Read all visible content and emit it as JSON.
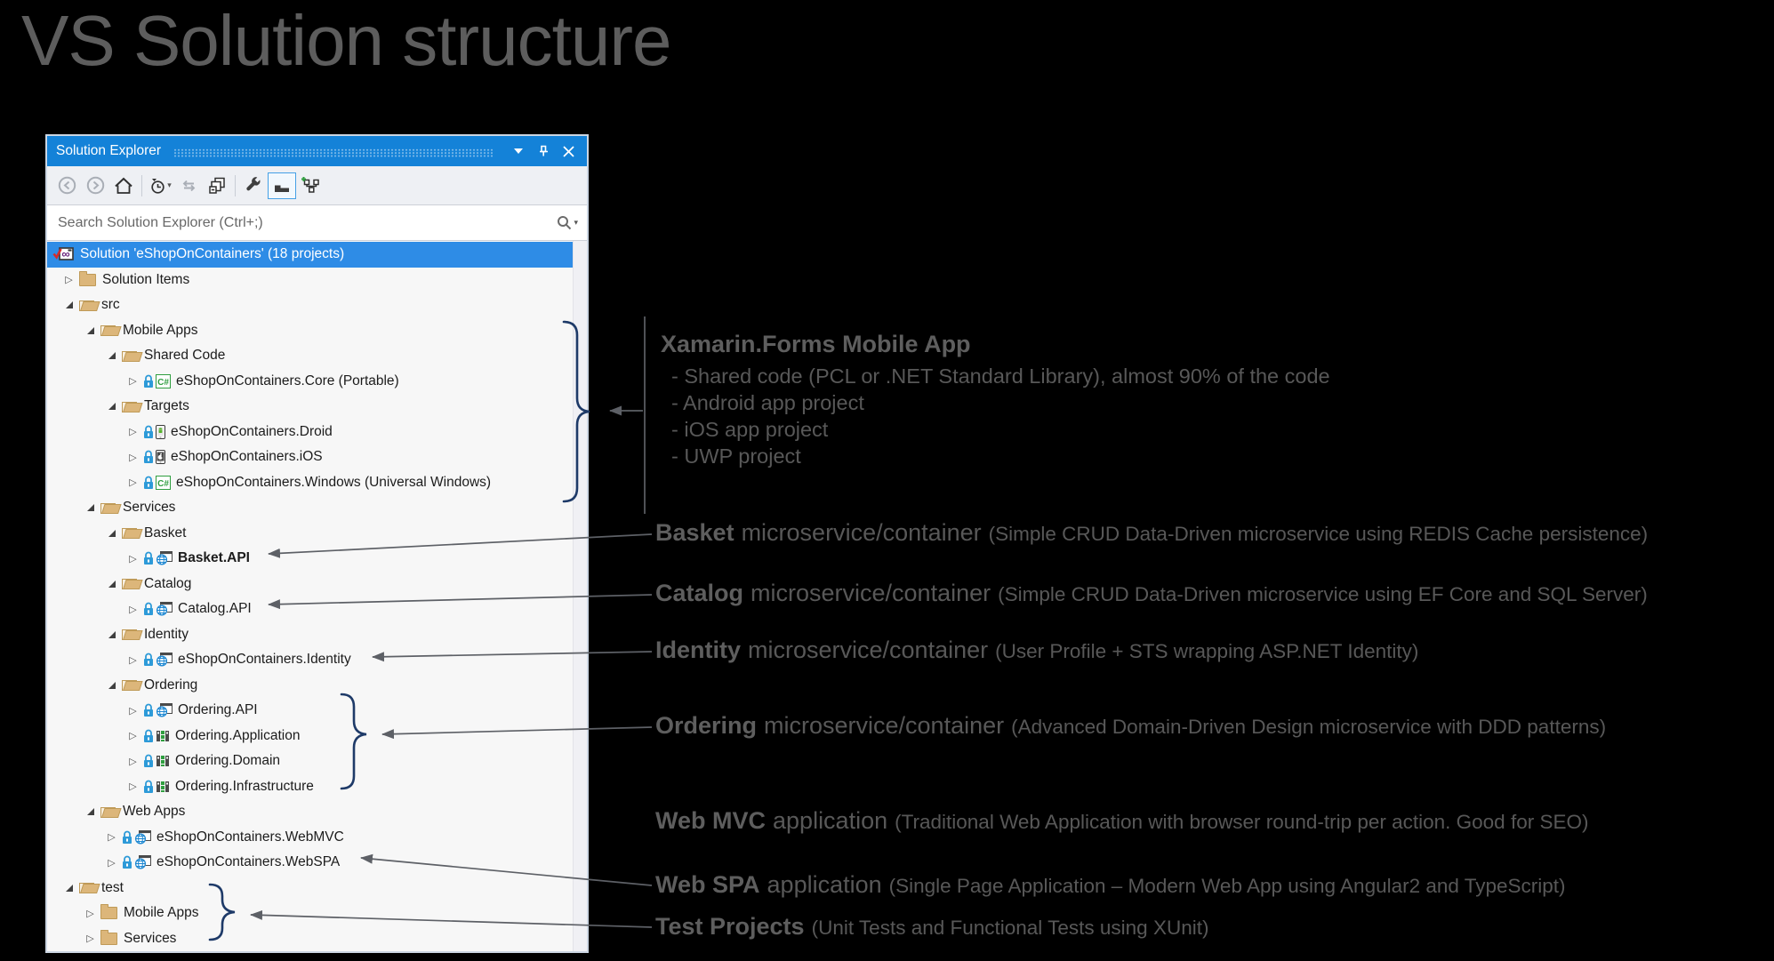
{
  "page": {
    "title": "VS Solution structure"
  },
  "panel": {
    "title": "Solution Explorer",
    "window_controls": [
      "window-position-menu-icon",
      "pin-icon",
      "close-icon"
    ],
    "toolbar": [
      "back",
      "forward",
      "home",
      "separator",
      "pending-changes-filter",
      "sync",
      "collapse-all",
      "separator",
      "properties",
      "preview-selected-items",
      "sync-with-active-document"
    ],
    "search": {
      "placeholder": "Search Solution Explorer (Ctrl+;)"
    },
    "tree": [
      {
        "level": 0,
        "chevron": "none",
        "icons": [
          "solution"
        ],
        "label": "Solution 'eShopOnContainers' (18 projects)",
        "selected": true
      },
      {
        "level": 1,
        "chevron": "collapsed",
        "icons": [
          "folder-closed"
        ],
        "label": "Solution Items"
      },
      {
        "level": 1,
        "chevron": "expanded",
        "icons": [
          "folder-open"
        ],
        "label": "src"
      },
      {
        "level": 2,
        "chevron": "expanded",
        "icons": [
          "folder-open"
        ],
        "label": "Mobile Apps"
      },
      {
        "level": 3,
        "chevron": "expanded",
        "icons": [
          "folder-open"
        ],
        "label": "Shared Code"
      },
      {
        "level": 4,
        "chevron": "collapsed",
        "icons": [
          "lock",
          "csharp"
        ],
        "label": "eShopOnContainers.Core (Portable)"
      },
      {
        "level": 3,
        "chevron": "expanded",
        "icons": [
          "folder-open"
        ],
        "label": "Targets"
      },
      {
        "level": 4,
        "chevron": "collapsed",
        "icons": [
          "lock",
          "droid"
        ],
        "label": "eShopOnContainers.Droid"
      },
      {
        "level": 4,
        "chevron": "collapsed",
        "icons": [
          "lock",
          "ios"
        ],
        "label": "eShopOnContainers.iOS"
      },
      {
        "level": 4,
        "chevron": "collapsed",
        "icons": [
          "lock",
          "csharp"
        ],
        "label": "eShopOnContainers.Windows (Universal Windows)"
      },
      {
        "level": 2,
        "chevron": "expanded",
        "icons": [
          "folder-open"
        ],
        "label": "Services"
      },
      {
        "level": 3,
        "chevron": "expanded",
        "icons": [
          "folder-open"
        ],
        "label": "Basket"
      },
      {
        "level": 4,
        "chevron": "collapsed",
        "icons": [
          "lock",
          "globe"
        ],
        "label": "Basket.API",
        "bold": true
      },
      {
        "level": 3,
        "chevron": "expanded",
        "icons": [
          "folder-open"
        ],
        "label": "Catalog"
      },
      {
        "level": 4,
        "chevron": "collapsed",
        "icons": [
          "lock",
          "globe"
        ],
        "label": "Catalog.API"
      },
      {
        "level": 3,
        "chevron": "expanded",
        "icons": [
          "folder-open"
        ],
        "label": "Identity"
      },
      {
        "level": 4,
        "chevron": "collapsed",
        "icons": [
          "lock",
          "globe"
        ],
        "label": "eShopOnContainers.Identity"
      },
      {
        "level": 3,
        "chevron": "expanded",
        "icons": [
          "folder-open"
        ],
        "label": "Ordering"
      },
      {
        "level": 4,
        "chevron": "collapsed",
        "icons": [
          "lock",
          "globe"
        ],
        "label": "Ordering.API"
      },
      {
        "level": 4,
        "chevron": "collapsed",
        "icons": [
          "lock",
          "library"
        ],
        "label": "Ordering.Application"
      },
      {
        "level": 4,
        "chevron": "collapsed",
        "icons": [
          "lock",
          "library"
        ],
        "label": "Ordering.Domain"
      },
      {
        "level": 4,
        "chevron": "collapsed",
        "icons": [
          "lock",
          "library"
        ],
        "label": "Ordering.Infrastructure"
      },
      {
        "level": 2,
        "chevron": "expanded",
        "icons": [
          "folder-open"
        ],
        "label": "Web Apps"
      },
      {
        "level": 3,
        "chevron": "collapsed",
        "icons": [
          "lock",
          "globe"
        ],
        "label": "eShopOnContainers.WebMVC"
      },
      {
        "level": 3,
        "chevron": "collapsed",
        "icons": [
          "lock",
          "globe"
        ],
        "label": "eShopOnContainers.WebSPA"
      },
      {
        "level": 1,
        "chevron": "expanded",
        "icons": [
          "folder-open"
        ],
        "label": "test"
      },
      {
        "level": 2,
        "chevron": "collapsed",
        "icons": [
          "folder-closed"
        ],
        "label": "Mobile Apps"
      },
      {
        "level": 2,
        "chevron": "collapsed",
        "icons": [
          "folder-closed"
        ],
        "label": "Services"
      }
    ]
  },
  "annotations": {
    "xamarin": {
      "title": "Xamarin.Forms Mobile App",
      "items": [
        "- Shared code (PCL or .NET Standard Library), almost 90% of the code",
        "- Android app project",
        "- iOS app project",
        "- UWP project"
      ]
    },
    "basket": {
      "bold": "Basket",
      "mid": "microservice/container",
      "small": "(Simple CRUD Data-Driven microservice using REDIS Cache persistence)"
    },
    "catalog": {
      "bold": "Catalog",
      "mid": "microservice/container",
      "small": "(Simple CRUD Data-Driven microservice using EF Core and SQL Server)"
    },
    "identity": {
      "bold": "Identity",
      "mid": "microservice/container",
      "small": "(User Profile + STS wrapping ASP.NET Identity)"
    },
    "ordering": {
      "bold": "Ordering",
      "mid": "microservice/container",
      "small": "(Advanced Domain-Driven Design microservice with DDD patterns)"
    },
    "webmvc": {
      "bold": "Web MVC",
      "mid": "application",
      "small": "(Traditional Web Application with browser round-trip per action. Good for SEO)"
    },
    "webspa": {
      "bold": "Web SPA",
      "mid": "application",
      "small": "(Single Page Application – Modern Web App using Angular2 and TypeScript)"
    },
    "tests": {
      "bold": "Test Projects",
      "mid": "",
      "small": "(Unit Tests and Functional Tests using XUnit)"
    }
  },
  "colors": {
    "titlebar": "#1482d8",
    "selection": "#2e8ce6",
    "folder": "#dcb67a",
    "lock": "#2d9ad8",
    "brace": "#1e3a68",
    "arrow": "#5d6066",
    "annotation_text": "#585858"
  }
}
